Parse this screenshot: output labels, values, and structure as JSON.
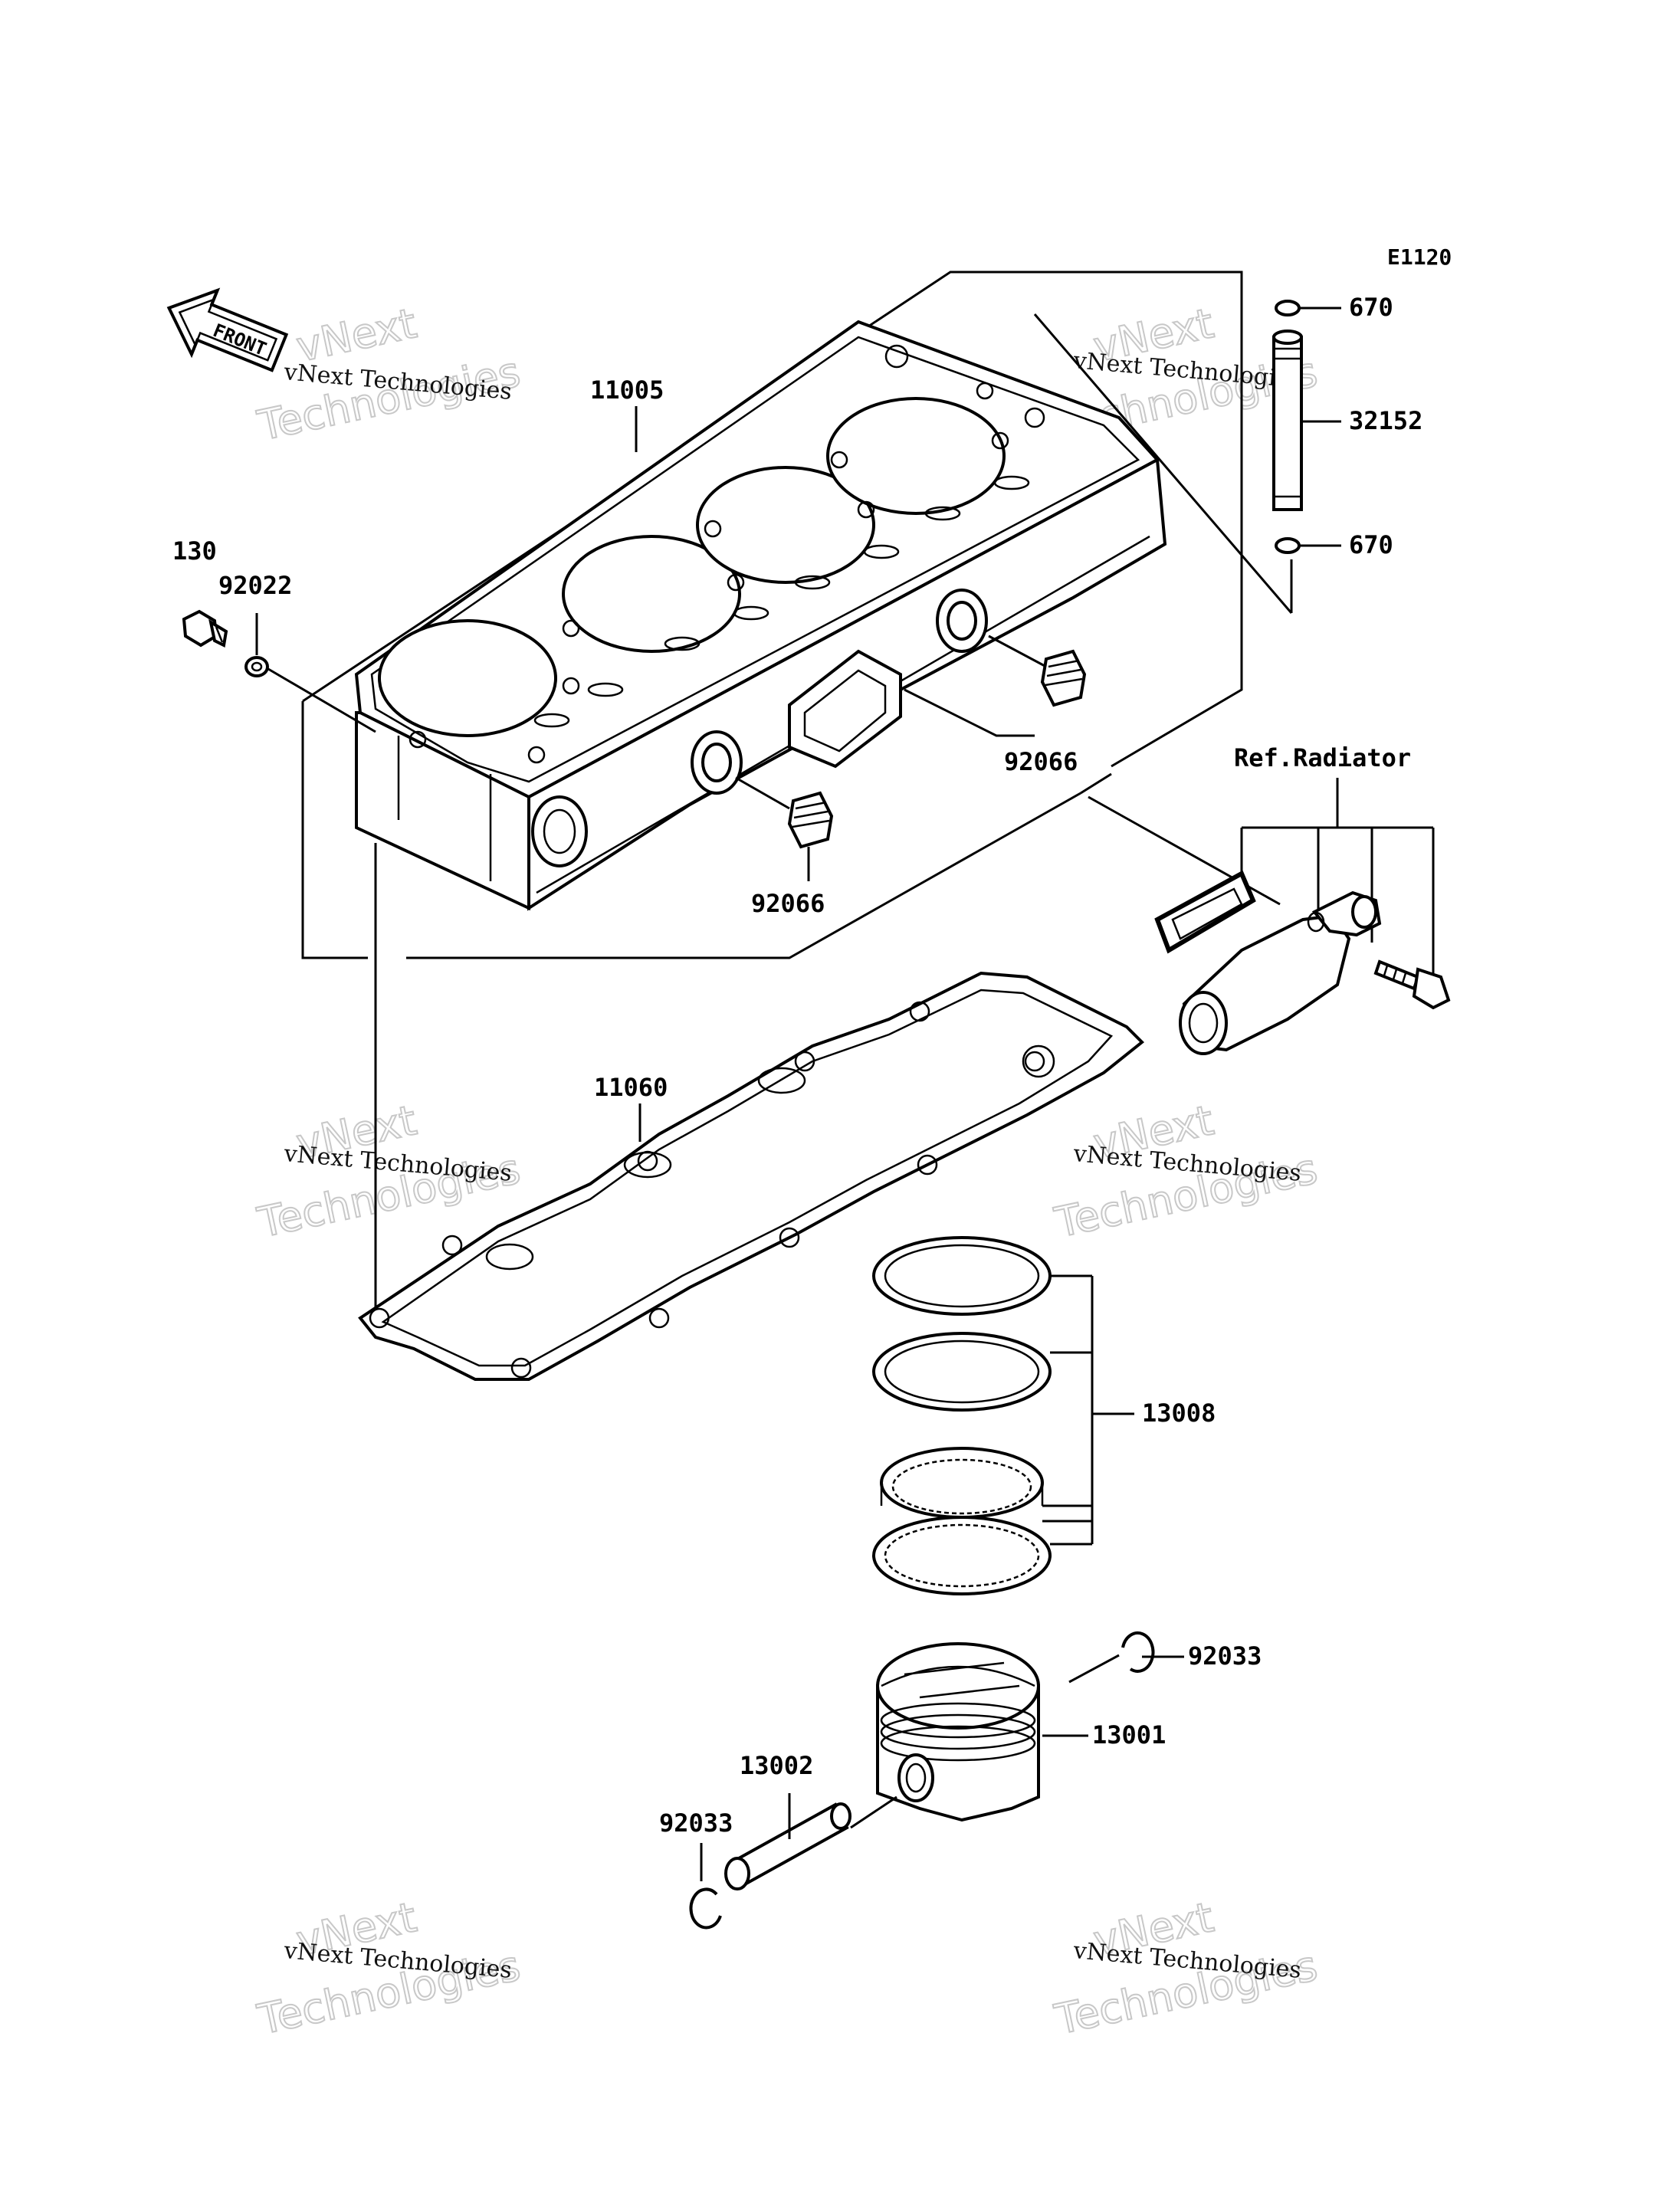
{
  "diagram_code": "E1120",
  "front_label": "FRONT",
  "ref_label": "Ref.Radiator",
  "parts": {
    "cylinder": "11005",
    "base_gasket": "11060",
    "bolt": "130",
    "washer": "92022",
    "plug_upper": "92066",
    "plug_lower": "92066",
    "o_ring_top": "670",
    "o_ring_bottom": "670",
    "pipe": "32152",
    "ring_set": "13008",
    "piston": "13001",
    "piston_pin": "13002",
    "circlip_right": "92033",
    "circlip_left": "92033"
  },
  "watermark": {
    "line1": "vNext",
    "line2": "Technologies",
    "caption": "vNext Technologies"
  }
}
